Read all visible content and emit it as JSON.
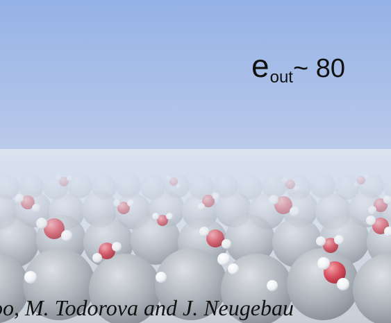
{
  "label": {
    "symbol": "e",
    "subscript": "out",
    "relation": "~ 80"
  },
  "credit": "oo, M. Todorova and J. Neugebau",
  "colors": {
    "sky_top": "#95b2e6",
    "sky_bottom": "#d6dfee",
    "oxygen": "#d75060",
    "hydrogen": "#f6f7f8",
    "substrate": "#a7adb4"
  }
}
